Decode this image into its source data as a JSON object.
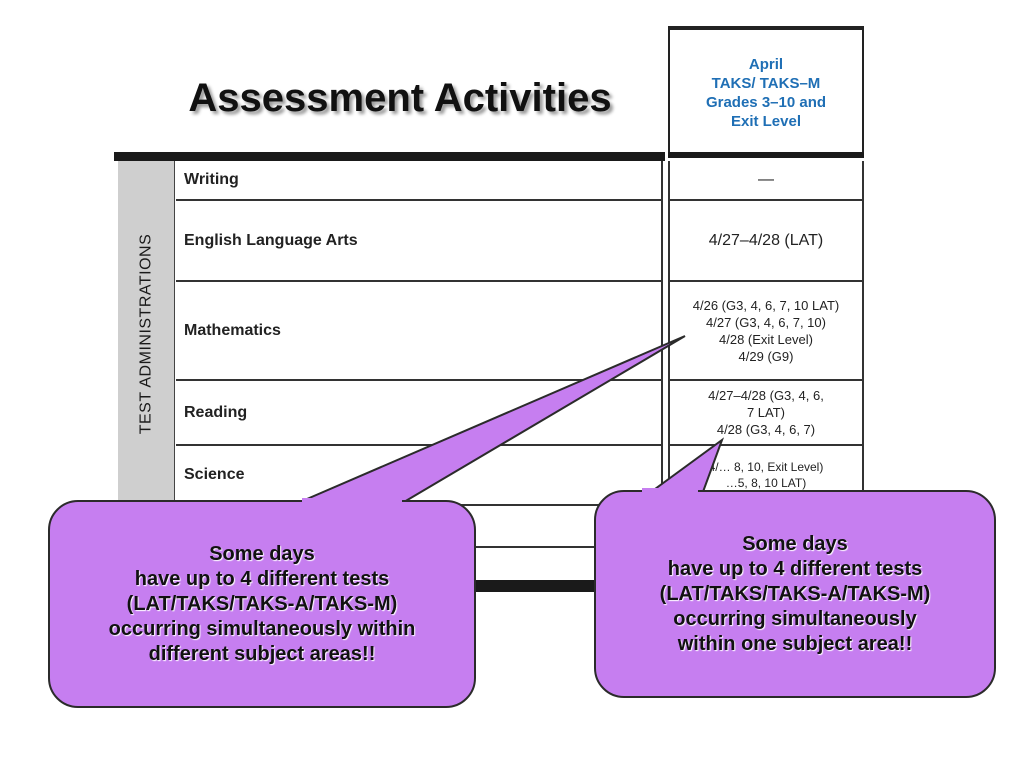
{
  "title": "Assessment Activities",
  "column_header": "April\nTAKS/ TAKS–M\nGrades 3–10 and\nExit Level",
  "side_label": "TEST ADMINISTRATIONS",
  "rows": [
    {
      "subject": "Writing",
      "dates": "—"
    },
    {
      "subject": "English Language Arts",
      "dates": "4/27–4/28 (LAT)"
    },
    {
      "subject": "Mathematics",
      "dates": "4/26 (G3, 4, 6, 7, 10 LAT)\n4/27 (G3, 4, 6, 7, 10)\n4/28 (Exit Level)\n4/29 (G9)"
    },
    {
      "subject": "Reading",
      "dates": "4/27–4/28 (G3, 4, 6,\n7 LAT)\n4/28 (G3, 4, 6, 7)"
    },
    {
      "subject": "Science",
      "dates": "4/… 8, 10, Exit Level)\n…5, 8, 10 LAT)"
    }
  ],
  "callout_left": "Some days\nhave up to 4 different tests\n(LAT/TAKS/TAKS-A/TAKS-M)\noccurring simultaneously within\ndifferent subject areas!!",
  "callout_right": "Some days\nhave up to 4 different tests\n(LAT/TAKS/TAKS-A/TAKS-M)\noccurring simultaneously\nwithin one subject area!!",
  "colors": {
    "callout_fill": "#c67ef0",
    "header_text": "#1f6fb5",
    "sidebar_fill": "#cfcfcf"
  }
}
